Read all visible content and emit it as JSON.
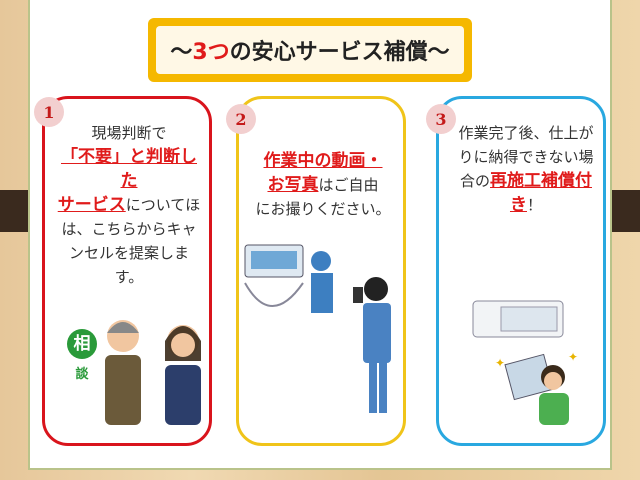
{
  "title": {
    "prefix": "～",
    "highlight": "3つ",
    "rest": "の安心サービス補償",
    "suffix": "～"
  },
  "cards": [
    {
      "number": "1",
      "lines": [
        {
          "t": "現場判断で"
        }
      ],
      "red1": "「不要」と判断した",
      "red2": "サービス",
      "after2": "についてほ",
      "tail": "は、こちらからキャンセルを提案します。",
      "badge": [
        "相",
        "談"
      ],
      "color": "#d9141c"
    },
    {
      "number": "2",
      "red1": "作業中の動画・",
      "red2": "お写真",
      "after2": "はご自由",
      "tail": "にお撮りください。",
      "color": "#f0c419"
    },
    {
      "number": "3",
      "head": "作業完了後、仕上がりに納得できない場合の",
      "red1": "再施工補償付き",
      "after": "！",
      "color": "#29a8e0"
    }
  ]
}
